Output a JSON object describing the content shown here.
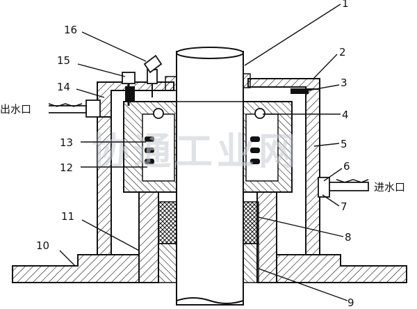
{
  "labels": {
    "n1": "1",
    "n2": "2",
    "n3": "3",
    "n4": "4",
    "n5": "5",
    "n6": "6",
    "n7": "7",
    "n8": "8",
    "n9": "9",
    "n10": "10",
    "n11": "11",
    "n12": "12",
    "n13": "13",
    "n14": "14",
    "n15": "15",
    "n16": "16"
  },
  "ports": {
    "outlet": "出水口",
    "inlet": "进水口"
  },
  "watermark": "协通工业网",
  "colors": {
    "line": "#111111",
    "background": "#ffffff",
    "watermark": "#c9ccd3"
  }
}
